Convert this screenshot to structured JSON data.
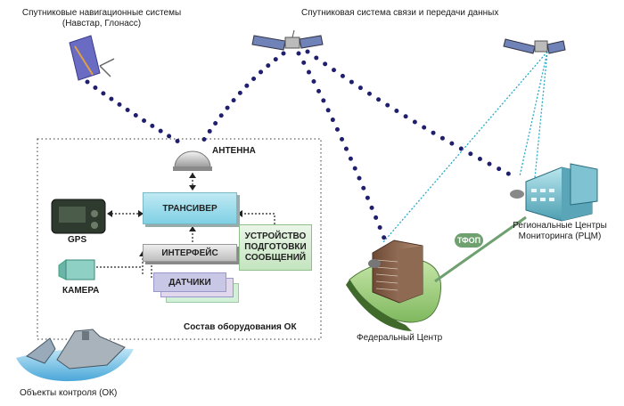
{
  "labels": {
    "nav_systems_line1": "Спутниковые навигационные системы",
    "nav_systems_line2": "(Навстар, Глонасс)",
    "comm_system": "Спутниковая система связи и передачи данных",
    "antenna": "АНТЕННА",
    "transceiver": "ТРАНСИВЕР",
    "gps": "GPS",
    "interface": "ИНТЕРФЕЙС",
    "msg_device_line1": "УСТРОЙСТВО",
    "msg_device_line2": "ПОДГОТОВКИ",
    "msg_device_line3": "СООБЩЕНИЙ",
    "camera": "КАМЕРА",
    "sensors": "ДАТЧИКИ",
    "equipment": "Состав оборудования ОК",
    "objects": "Объекты контроля (ОК)",
    "federal_center": "Федеральный Центр",
    "tfop": "ТФОП",
    "regional_line1": "Региональные Центры",
    "regional_line2": "Мониторинга (РЦМ)"
  },
  "colors": {
    "dots": "#1f1f6e",
    "transceiver": "#8fd6e8",
    "interface": "#d0d0d0",
    "sensors": "#c9c7e6",
    "message_box": "#d4ecd0",
    "ground": "#a9d48c",
    "tfop_badge": "#6fa06f"
  }
}
